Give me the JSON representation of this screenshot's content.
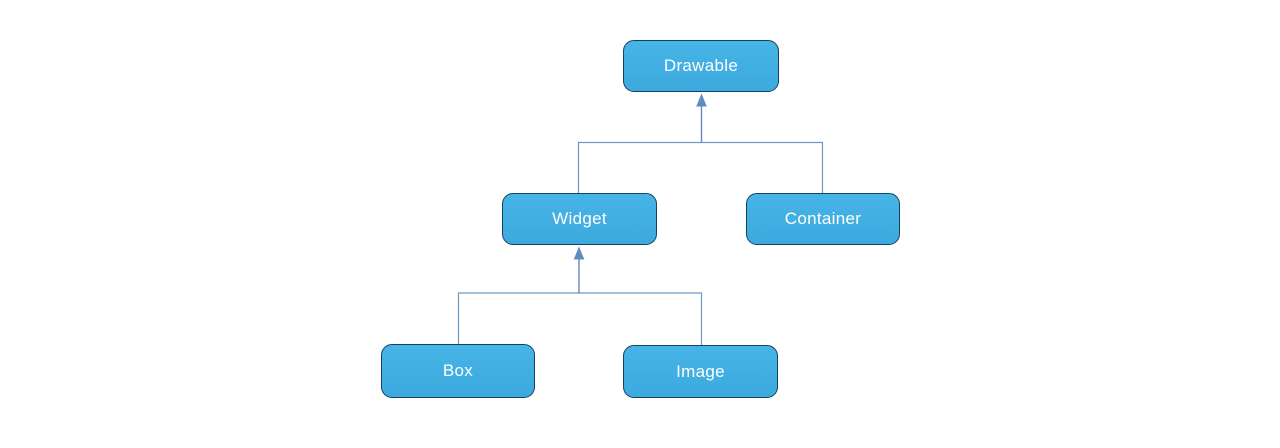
{
  "diagram": {
    "type": "inheritance-hierarchy",
    "background_color": "#ffffff",
    "node_fill_color": "#3fafe2",
    "node_border_color": "#15425e",
    "node_text_color": "#ffffff",
    "connector_color": "#6d99c4",
    "arrowhead_color": "#5f8cbc",
    "nodes": [
      {
        "id": "drawable",
        "label": "Drawable"
      },
      {
        "id": "widget",
        "label": "Widget"
      },
      {
        "id": "container",
        "label": "Container"
      },
      {
        "id": "box",
        "label": "Box"
      },
      {
        "id": "image",
        "label": "Image"
      }
    ],
    "edges": [
      {
        "from": "Widget",
        "to": "Drawable",
        "relation": "inherits"
      },
      {
        "from": "Container",
        "to": "Drawable",
        "relation": "inherits"
      },
      {
        "from": "Box",
        "to": "Widget",
        "relation": "inherits"
      },
      {
        "from": "Image",
        "to": "Widget",
        "relation": "inherits"
      }
    ]
  }
}
